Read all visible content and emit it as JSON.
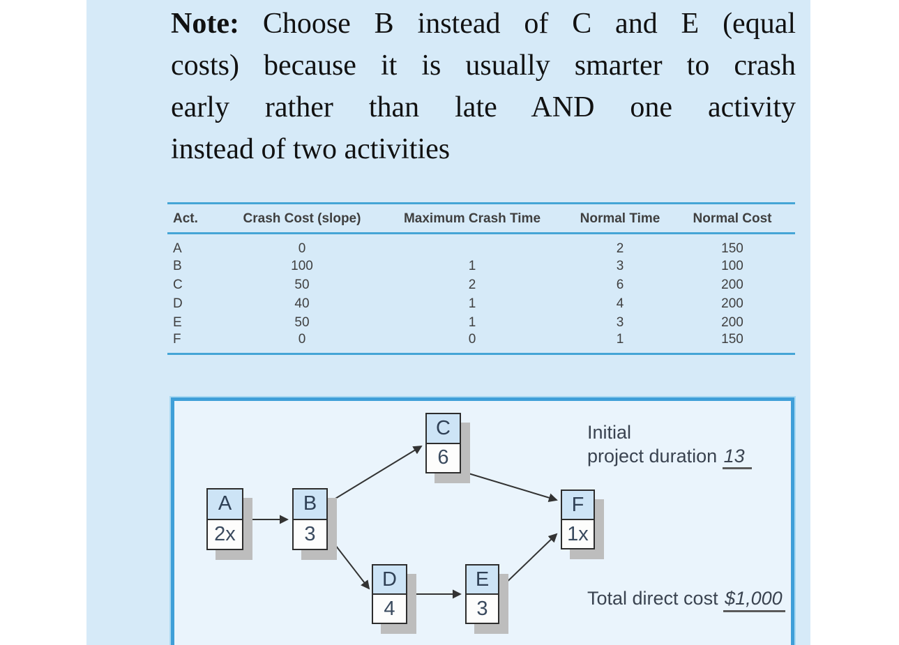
{
  "note": {
    "label": "Note:",
    "line1": "Choose B instead of C and E (equal",
    "line2": "costs) because it is usually smarter to crash",
    "line3": "early rather than late AND one activity",
    "line4": "instead of two activities"
  },
  "table": {
    "headers": [
      "Act.",
      "Crash Cost (slope)",
      "Maximum Crash Time",
      "Normal Time",
      "Normal Cost"
    ],
    "rows": [
      {
        "act": "A",
        "crash_cost": "0",
        "max_crash_time": "",
        "normal_time": "2",
        "normal_cost": "150"
      },
      {
        "act": "B",
        "crash_cost": "100",
        "max_crash_time": "1",
        "normal_time": "3",
        "normal_cost": "100"
      },
      {
        "act": "C",
        "crash_cost": "50",
        "max_crash_time": "2",
        "normal_time": "6",
        "normal_cost": "200"
      },
      {
        "act": "D",
        "crash_cost": "40",
        "max_crash_time": "1",
        "normal_time": "4",
        "normal_cost": "200"
      },
      {
        "act": "E",
        "crash_cost": "50",
        "max_crash_time": "1",
        "normal_time": "3",
        "normal_cost": "200"
      },
      {
        "act": "F",
        "crash_cost": "0",
        "max_crash_time": "0",
        "normal_time": "1",
        "normal_cost": "150"
      }
    ]
  },
  "diagram": {
    "nodes": [
      {
        "id": "A",
        "label": "A",
        "value": "2x"
      },
      {
        "id": "B",
        "label": "B",
        "value": "3"
      },
      {
        "id": "C",
        "label": "C",
        "value": "6"
      },
      {
        "id": "D",
        "label": "D",
        "value": "4"
      },
      {
        "id": "E",
        "label": "E",
        "value": "3"
      },
      {
        "id": "F",
        "label": "F",
        "value": "1x"
      }
    ],
    "edges": [
      {
        "from": "A",
        "to": "B"
      },
      {
        "from": "B",
        "to": "C"
      },
      {
        "from": "B",
        "to": "D"
      },
      {
        "from": "C",
        "to": "F"
      },
      {
        "from": "D",
        "to": "E"
      },
      {
        "from": "E",
        "to": "F"
      }
    ],
    "annotations": {
      "initial_line1": "Initial",
      "initial_line2": "project duration",
      "initial_value": "13",
      "total_label": "Total direct cost",
      "total_value": "$1,000"
    }
  },
  "colors": {
    "band-bg": "#d6eaf8",
    "box-bg": "#eaf4fc",
    "box-border": "#3f9fd8",
    "box-outer": "#a9d9f2",
    "node-top": "#cde4f6",
    "rule-blue": "#45a5d6",
    "shadow": "#bdbdbd",
    "diagram-text": "#3a4350"
  }
}
